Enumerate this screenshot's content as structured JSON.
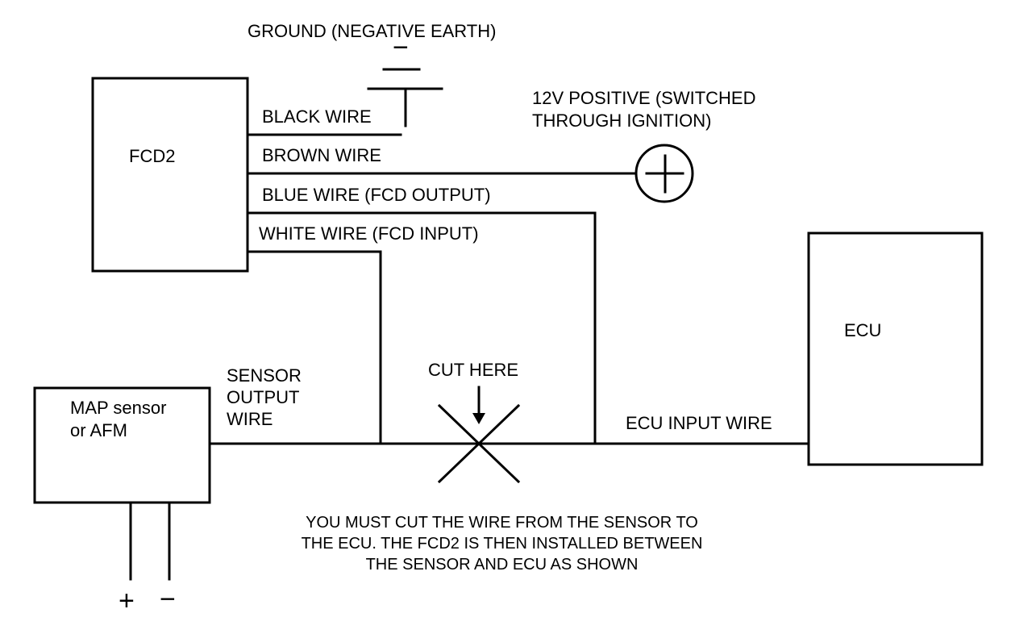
{
  "ground": {
    "label": "GROUND (NEGATIVE EARTH)",
    "symbol": "−"
  },
  "positive": {
    "label_line1": "12V POSITIVE (SWITCHED",
    "label_line2": "THROUGH IGNITION)"
  },
  "fcd": {
    "title": "FCD2",
    "wires": {
      "black": "BLACK WIRE",
      "brown": "BROWN WIRE",
      "blue": "BLUE WIRE (FCD OUTPUT)",
      "white": "WHITE WIRE (FCD INPUT)"
    }
  },
  "ecu": {
    "title": "ECU",
    "input_wire": "ECU INPUT WIRE"
  },
  "sensor": {
    "title_line1": "MAP sensor",
    "title_line2": "or AFM",
    "output_line1": "SENSOR",
    "output_line2": "OUTPUT",
    "output_line3": "WIRE",
    "plus": "+",
    "minus": "−"
  },
  "cut": {
    "label": "CUT HERE"
  },
  "note": {
    "line1": "YOU MUST CUT THE WIRE FROM THE SENSOR TO",
    "line2": "THE ECU. THE FCD2 IS THEN INSTALLED BETWEEN",
    "line3": "THE SENSOR AND ECU AS SHOWN"
  },
  "colors": {
    "ink": "#000000",
    "background": "#ffffff"
  }
}
